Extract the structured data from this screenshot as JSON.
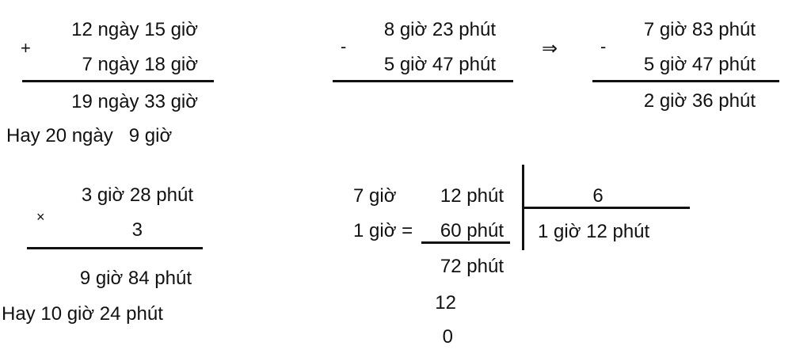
{
  "addition": {
    "operator": "+",
    "line1": "12 ngày 15 giờ",
    "line2": "7 ngày 18 giờ",
    "result": "19 ngày 33 giờ",
    "converted": "Hay 20 ngày   9 giờ"
  },
  "subtraction": {
    "operator": "-",
    "line1": "8 giờ 23 phút",
    "line2": "5 giờ 47 phút",
    "arrow": "⇒"
  },
  "subtraction_converted": {
    "operator": "-",
    "line1": "7 giờ 83 phút",
    "line2": "5 giờ 47 phút",
    "result": "2 giờ 36 phút"
  },
  "multiplication": {
    "operator": "×",
    "line1": "3 giờ 28 phút",
    "line2": "3",
    "result": "9 giờ 84 phút",
    "converted": "Hay 10 giờ 24 phút"
  },
  "division": {
    "dividend_hours": "7 giờ",
    "dividend_minutes": "12 phút",
    "divisor": "6",
    "conversion_prefix": "1 giờ =",
    "conversion_value": "60 phút",
    "quotient": "1 giờ 12 phút",
    "sum": "72 phút",
    "step1": "12",
    "step2": "0"
  }
}
